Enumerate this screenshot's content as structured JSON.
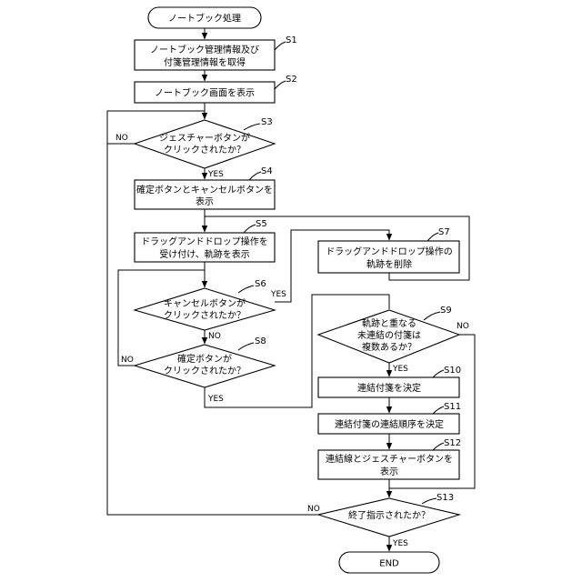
{
  "flowchart": {
    "start": "ノートブック処理",
    "end": "END",
    "steps": {
      "s1": {
        "label": "S1",
        "lines": [
          "ノートブック管理情報及び",
          "付箋管理情報を取得"
        ]
      },
      "s2": {
        "label": "S2",
        "lines": [
          "ノートブック画面を表示"
        ]
      },
      "s3": {
        "label": "S3",
        "lines": [
          "ジェスチャーボタンが",
          "クリックされたか？"
        ]
      },
      "s4": {
        "label": "S4",
        "lines": [
          "確定ボタンとキャンセルボタンを",
          "表示"
        ]
      },
      "s5": {
        "label": "S5",
        "lines": [
          "ドラッグアンドドロップ操作を",
          "受け付け、軌跡を表示"
        ]
      },
      "s6": {
        "label": "S6",
        "lines": [
          "キャンセルボタンが",
          "クリックされたか？"
        ]
      },
      "s7": {
        "label": "S7",
        "lines": [
          "ドラッグアンドドロップ操作の",
          "軌跡を削除"
        ]
      },
      "s8": {
        "label": "S8",
        "lines": [
          "確定ボタンが",
          "クリックされたか？"
        ]
      },
      "s9": {
        "label": "S9",
        "lines": [
          "軌跡と重なる",
          "未連結の付箋は",
          "複数あるか？"
        ]
      },
      "s10": {
        "label": "S10",
        "lines": [
          "連結付箋を決定"
        ]
      },
      "s11": {
        "label": "S11",
        "lines": [
          "連結付箋の連結順序を決定"
        ]
      },
      "s12": {
        "label": "S12",
        "lines": [
          "連結線とジェスチャーボタンを",
          "表示"
        ]
      },
      "s13": {
        "label": "S13",
        "lines": [
          "終了指示されたか？"
        ]
      }
    },
    "branch_labels": {
      "yes": "YES",
      "no": "NO"
    }
  }
}
